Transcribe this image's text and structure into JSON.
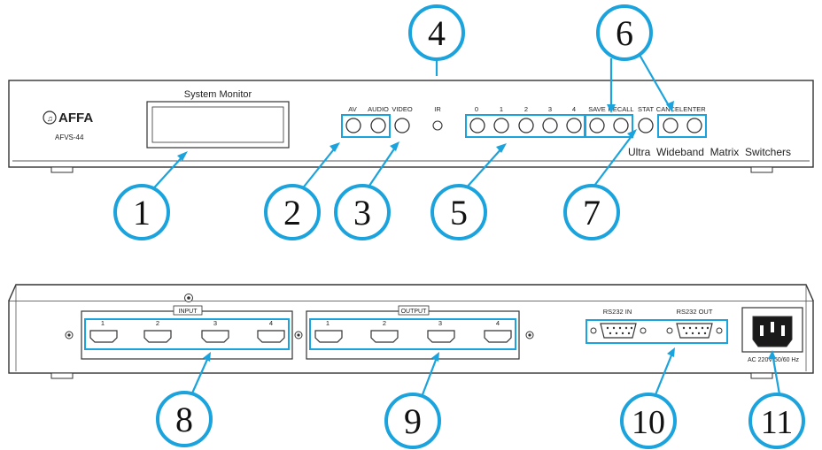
{
  "front_panel": {
    "system_monitor_label": "System Monitor",
    "brand": "AFFA",
    "model": "AFVS-44",
    "ir_label": "IR",
    "tagline": "Ultra  Wideband  Matrix  Switchers",
    "buttons": [
      {
        "label": "AV"
      },
      {
        "label": "AUDIO"
      },
      {
        "label": "VIDEO"
      },
      {
        "label": "0"
      },
      {
        "label": "1"
      },
      {
        "label": "2"
      },
      {
        "label": "3"
      },
      {
        "label": "4"
      },
      {
        "label": "SAVE"
      },
      {
        "label": "RECALL"
      },
      {
        "label": "STAT"
      },
      {
        "label": "CANCEL"
      },
      {
        "label": "ENTER"
      }
    ]
  },
  "rear_panel": {
    "input_label": "INPUT",
    "output_label": "OUTPUT",
    "input_ports": [
      "1",
      "2",
      "3",
      "4"
    ],
    "output_ports": [
      "1",
      "2",
      "3",
      "4"
    ],
    "rs232_in_label": "RS232 IN",
    "rs232_out_label": "RS232 OUT",
    "ac_label": "AC 220V 50/60 Hz"
  },
  "callouts": [
    "1",
    "2",
    "3",
    "4",
    "5",
    "6",
    "7",
    "8",
    "9",
    "10",
    "11"
  ],
  "colors": {
    "callout": "#1aa3dc",
    "panel_stroke": "#333333",
    "text": "#222222"
  }
}
